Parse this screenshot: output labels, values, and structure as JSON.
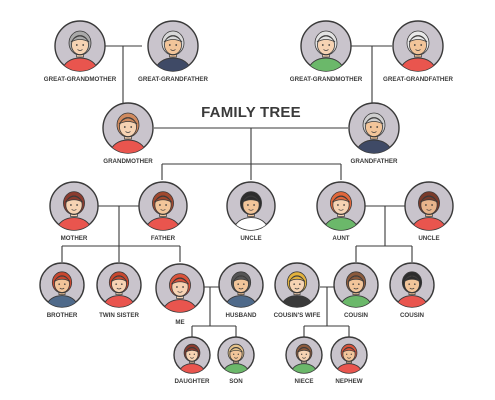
{
  "diagram": {
    "title": "FAMILY TREE",
    "colors": {
      "line": "#3a3a3a",
      "circle_fill": "#c9c4cc",
      "circle_stroke": "#3a3a3a",
      "text": "#3a3a3a"
    },
    "people": [
      {
        "id": "ggm1",
        "label": "GREAT-GRANDMOTHER",
        "hair": "#a9a9a9",
        "shirt": "#e9554e",
        "skin": "#f6d3b3",
        "icon": "elderly-woman-avatar-icon"
      },
      {
        "id": "ggf1",
        "label": "GREAT-GRANDFATHER",
        "hair": "#d9d9d9",
        "shirt": "#3f4a66",
        "skin": "#f2c59a",
        "icon": "elderly-man-avatar-icon"
      },
      {
        "id": "ggm2",
        "label": "GREAT-GRANDMOTHER",
        "hair": "#e3e3e3",
        "shirt": "#6bb86a",
        "skin": "#f6d3b3",
        "icon": "elderly-woman-avatar-icon"
      },
      {
        "id": "ggf2",
        "label": "GREAT-GRANDFATHER",
        "hair": "#e9e9e9",
        "shirt": "#e9554e",
        "skin": "#f2c59a",
        "icon": "elderly-man-avatar-icon"
      },
      {
        "id": "gm",
        "label": "GRANDMOTHER",
        "hair": "#d08a5e",
        "shirt": "#e9554e",
        "skin": "#f6d3b3",
        "icon": "grandmother-avatar-icon"
      },
      {
        "id": "gf",
        "label": "GRANDFATHER",
        "hair": "#cfcfcf",
        "shirt": "#3f4a66",
        "skin": "#f2c59a",
        "icon": "grandfather-avatar-icon"
      },
      {
        "id": "mother",
        "label": "MOTHER",
        "hair": "#8b3b2e",
        "shirt": "#e9554e",
        "skin": "#f6d3b3",
        "icon": "woman-avatar-icon"
      },
      {
        "id": "father",
        "label": "FATHER",
        "hair": "#a0482e",
        "shirt": "#e9554e",
        "skin": "#f2c59a",
        "icon": "man-avatar-icon"
      },
      {
        "id": "uncle1",
        "label": "UNCLE",
        "hair": "#2d2d2d",
        "shirt": "#ffffff",
        "skin": "#f2c59a",
        "icon": "man-avatar-icon"
      },
      {
        "id": "aunt",
        "label": "AUNT",
        "hair": "#e0663a",
        "shirt": "#6bb86a",
        "skin": "#f6d3b3",
        "icon": "woman-avatar-icon"
      },
      {
        "id": "uncle2",
        "label": "UNCLE",
        "hair": "#7a3b2a",
        "shirt": "#e9554e",
        "skin": "#e8b58c",
        "icon": "man-avatar-icon"
      },
      {
        "id": "brother",
        "label": "BROTHER",
        "hair": "#c9472e",
        "shirt": "#4f6a8a",
        "skin": "#f2c59a",
        "icon": "boy-avatar-icon"
      },
      {
        "id": "twin",
        "label": "TWIN SISTER",
        "hair": "#c9472e",
        "shirt": "#e9554e",
        "skin": "#f6d3b3",
        "icon": "girl-avatar-icon"
      },
      {
        "id": "me",
        "label": "ME",
        "hair": "#d9533a",
        "shirt": "#e9554e",
        "skin": "#f6d3b3",
        "icon": "woman-avatar-icon"
      },
      {
        "id": "husband",
        "label": "HUSBAND",
        "hair": "#555555",
        "shirt": "#4f6a8a",
        "skin": "#f2c59a",
        "icon": "man-avatar-icon"
      },
      {
        "id": "cwife",
        "label": "COUSIN'S WIFE",
        "hair": "#e3b23c",
        "shirt": "#3a3a3a",
        "skin": "#f6d3b3",
        "icon": "woman-avatar-icon"
      },
      {
        "id": "cousin1",
        "label": "COUSIN",
        "hair": "#8b5a3c",
        "shirt": "#6bb86a",
        "skin": "#f2c59a",
        "icon": "man-avatar-icon"
      },
      {
        "id": "cousin2",
        "label": "COUSIN",
        "hair": "#2d2d2d",
        "shirt": "#e9554e",
        "skin": "#f2c59a",
        "icon": "man-avatar-icon"
      },
      {
        "id": "daughter",
        "label": "DAUGHTER",
        "hair": "#8b3b2e",
        "shirt": "#e9554e",
        "skin": "#f6d3b3",
        "icon": "girl-avatar-icon"
      },
      {
        "id": "son",
        "label": "SON",
        "hair": "#e6c38a",
        "shirt": "#6bb86a",
        "skin": "#f2c59a",
        "icon": "boy-avatar-icon"
      },
      {
        "id": "niece",
        "label": "NIECE",
        "hair": "#8b5a3c",
        "shirt": "#6bb86a",
        "skin": "#f6d3b3",
        "icon": "girl-avatar-icon"
      },
      {
        "id": "nephew",
        "label": "NEPHEW",
        "hair": "#d9533a",
        "shirt": "#e9554e",
        "skin": "#f2c59a",
        "icon": "boy-avatar-icon"
      }
    ]
  }
}
